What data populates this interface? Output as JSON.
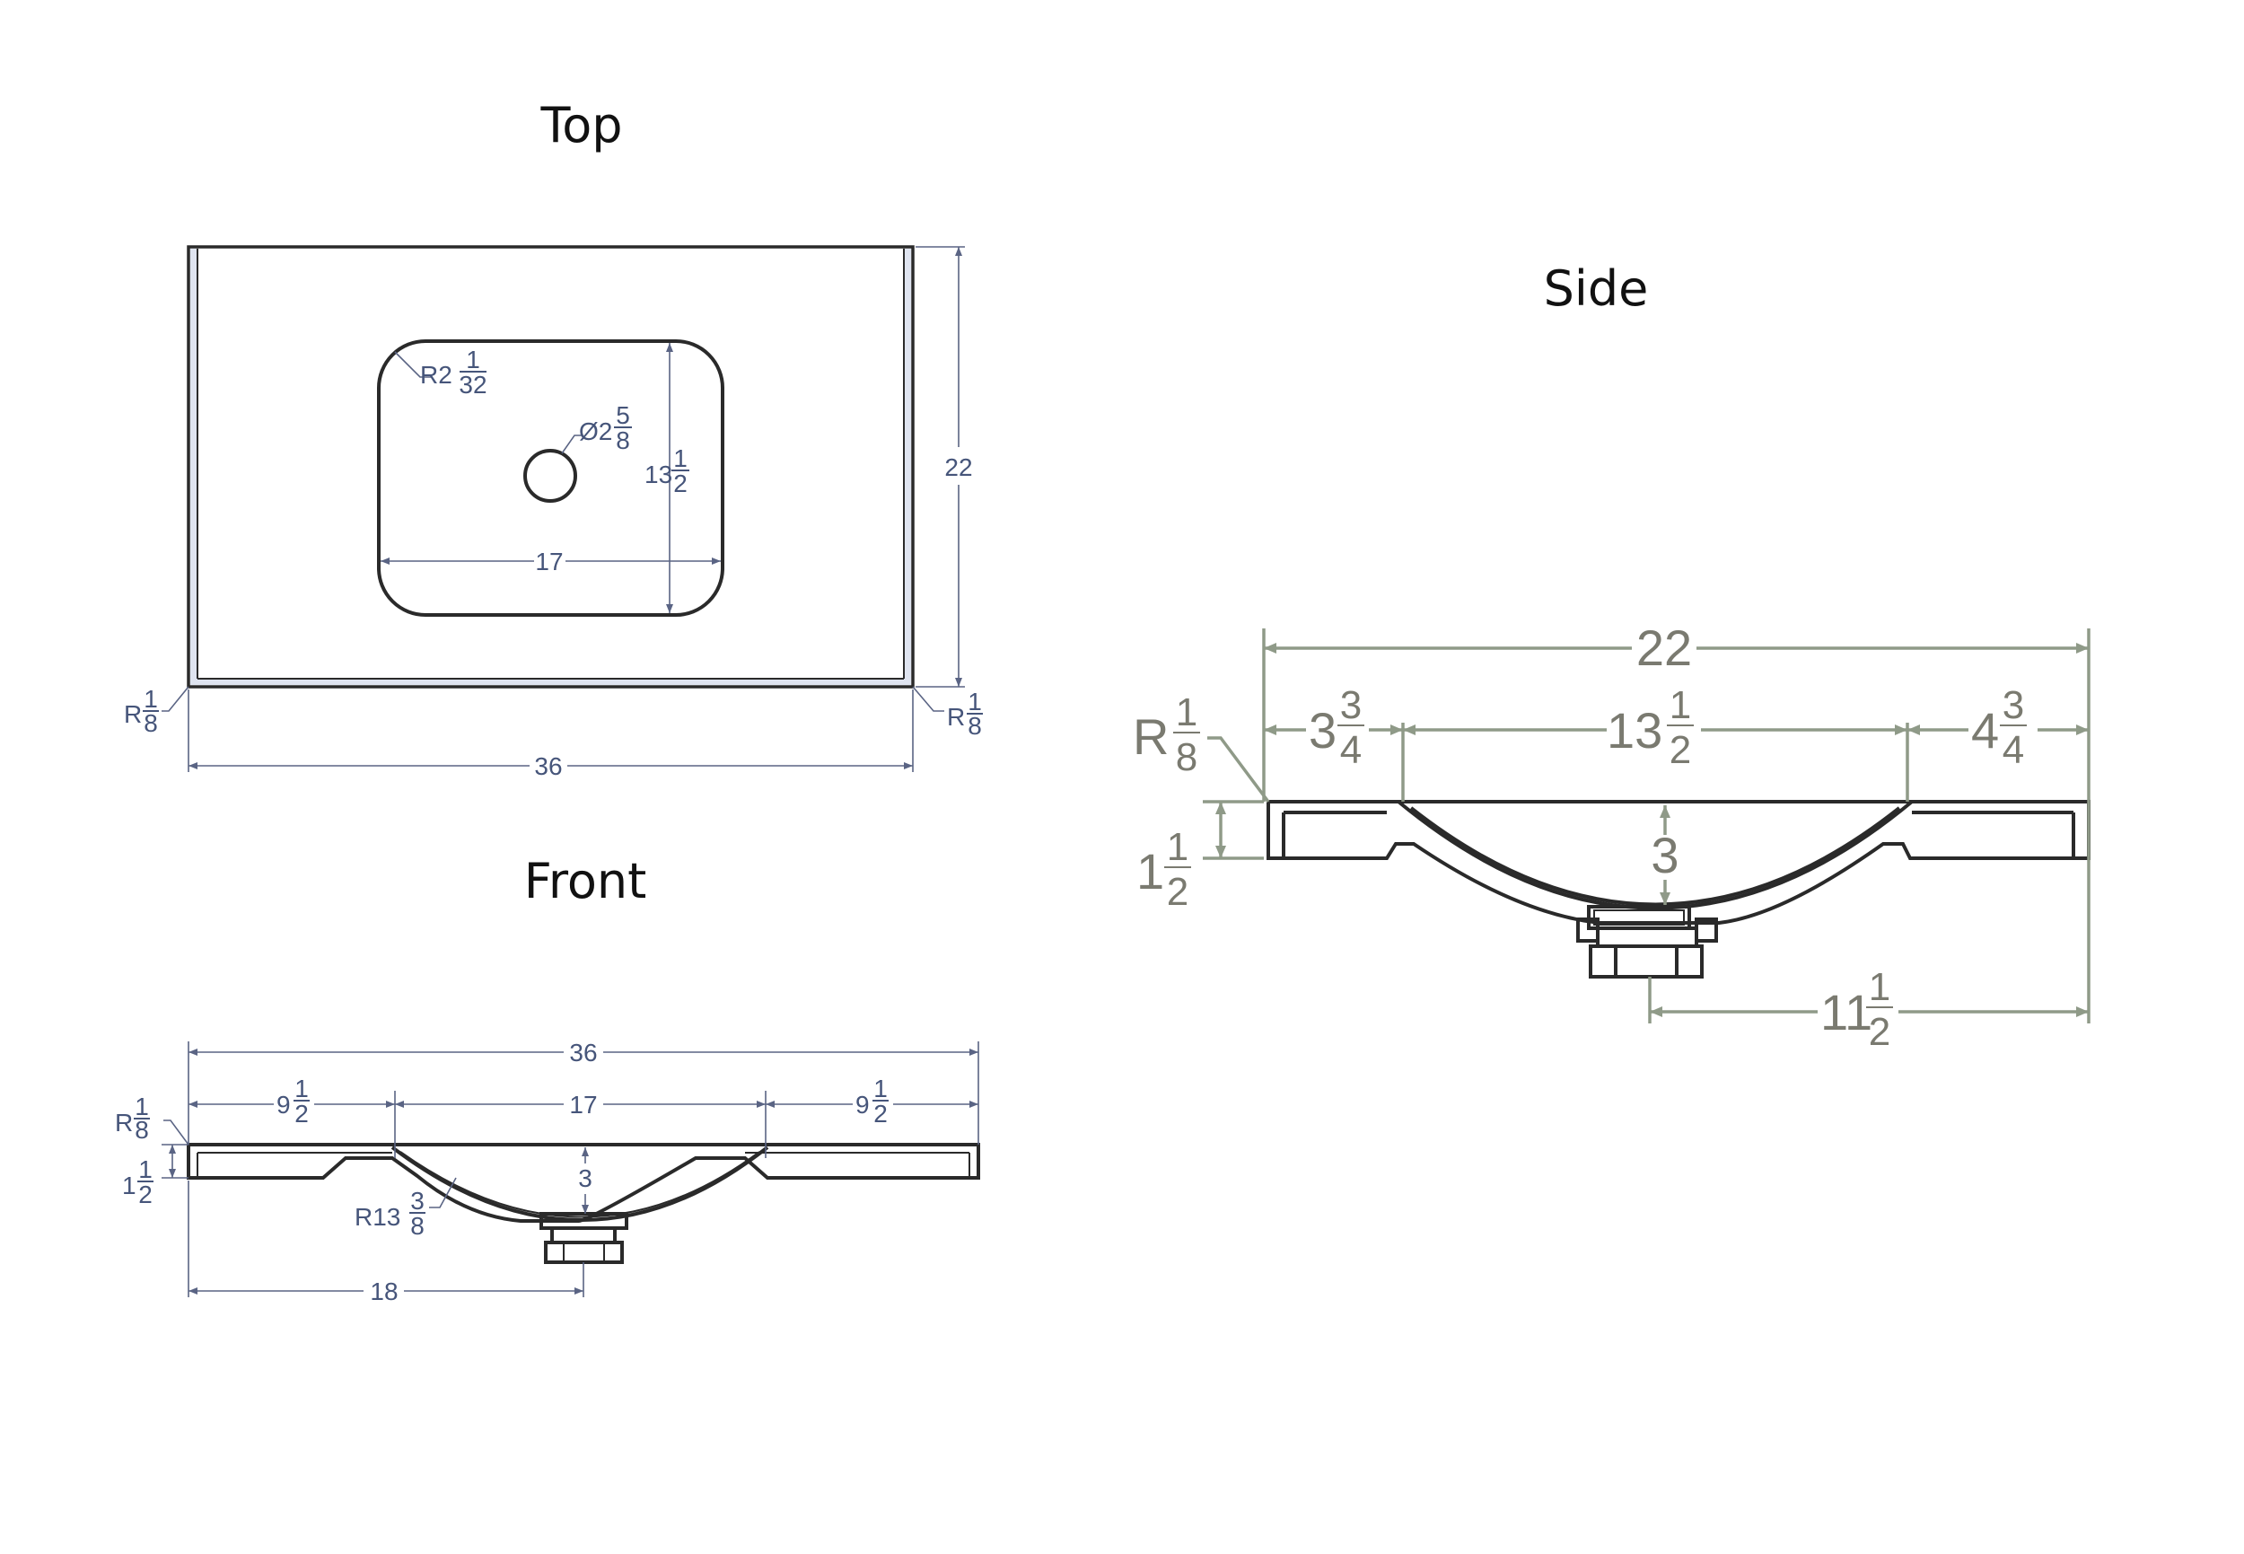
{
  "views": {
    "top": {
      "title": "Top"
    },
    "side": {
      "title": "Side"
    },
    "front": {
      "title": "Front"
    }
  },
  "top_dims": {
    "radius_corner": {
      "prefix": "R2",
      "num": "1",
      "den": "32"
    },
    "drain": {
      "prefix": "Ø2",
      "num": "5",
      "den": "8"
    },
    "bowl_depth": {
      "prefix": "13",
      "num": "1",
      "den": "2"
    },
    "bowl_width": "17",
    "depth": "22",
    "edge_left": {
      "prefix": "R",
      "num": "1",
      "den": "8"
    },
    "edge_right": {
      "prefix": "R",
      "num": "1",
      "den": "8"
    },
    "width": "36"
  },
  "front_dims": {
    "width": "36",
    "left": {
      "prefix": "9",
      "num": "1",
      "den": "2"
    },
    "center": "17",
    "right": {
      "prefix": "9",
      "num": "1",
      "den": "2"
    },
    "edge": {
      "prefix": "R",
      "num": "1",
      "den": "8"
    },
    "thickness": {
      "prefix": "1",
      "num": "1",
      "den": "2"
    },
    "bowl_depth": "3",
    "bowl_radius": {
      "prefix": "R13",
      "num": "3",
      "den": "8"
    },
    "drain_offset": "18"
  },
  "side_dims": {
    "depth": "22",
    "left": {
      "prefix": "3",
      "num": "3",
      "den": "4"
    },
    "center": {
      "prefix": "13",
      "num": "1",
      "den": "2"
    },
    "right": {
      "prefix": "4",
      "num": "3",
      "den": "4"
    },
    "edge": {
      "prefix": "R",
      "num": "1",
      "den": "8"
    },
    "thickness": {
      "prefix": "1",
      "num": "1",
      "den": "2"
    },
    "bowl_depth": "3",
    "drain_offset": {
      "prefix": "11",
      "num": "1",
      "den": "2"
    }
  }
}
